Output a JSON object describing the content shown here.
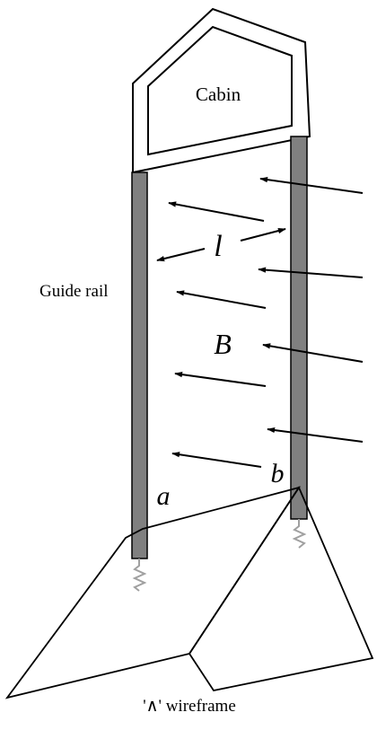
{
  "labels": {
    "cabin": "Cabin",
    "guide_rail": "Guide rail",
    "length": "l",
    "field": "B",
    "point_a": "a",
    "point_b": "b",
    "wireframe": "'∧' wireframe"
  },
  "colors": {
    "line": "#000000",
    "rail_fill": "#808080",
    "spring": "#a0a0a0",
    "background": "#ffffff"
  }
}
